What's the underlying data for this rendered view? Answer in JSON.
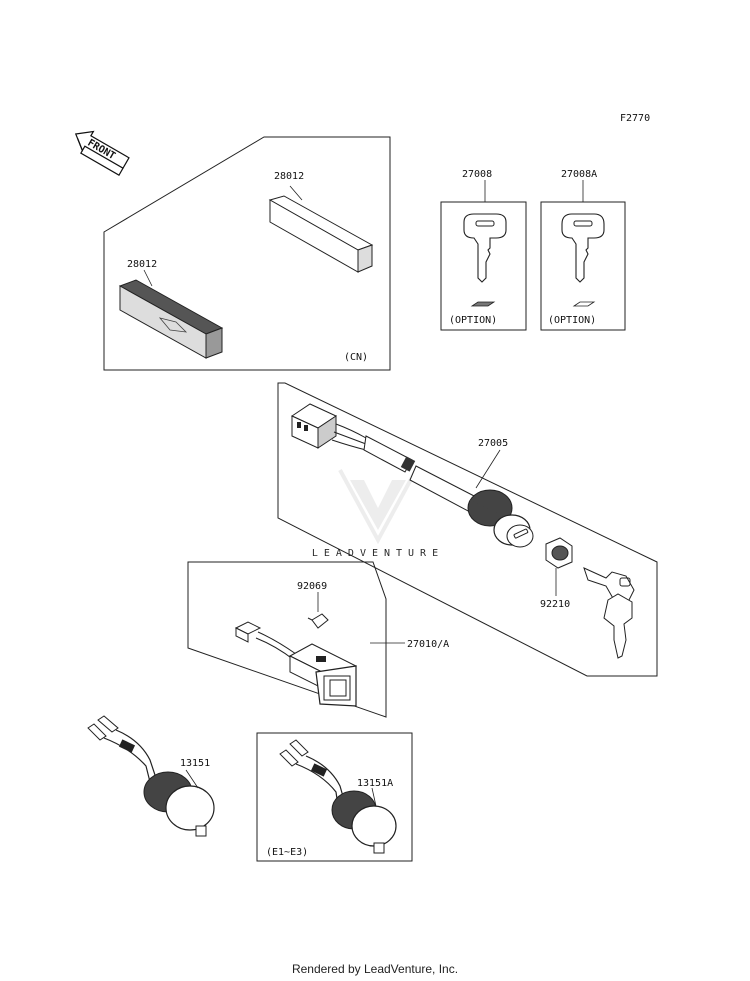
{
  "figure_code": "F2770",
  "front_label": "FRONT",
  "watermark": "LEADVENTURE",
  "footer": "Rendered by LeadVenture, Inc.",
  "parts": {
    "p28012_top": "28012",
    "p28012_left": "28012",
    "cn_note": "(CN)",
    "p27008": "27008",
    "p27008a": "27008A",
    "option_1": "(OPTION)",
    "option_2": "(OPTION)",
    "p27005": "27005",
    "p92210": "92210",
    "p92069": "92069",
    "p27010a": "27010/A",
    "p13151": "13151",
    "p13151a": "13151A",
    "e_note": "(E1~E3)"
  }
}
